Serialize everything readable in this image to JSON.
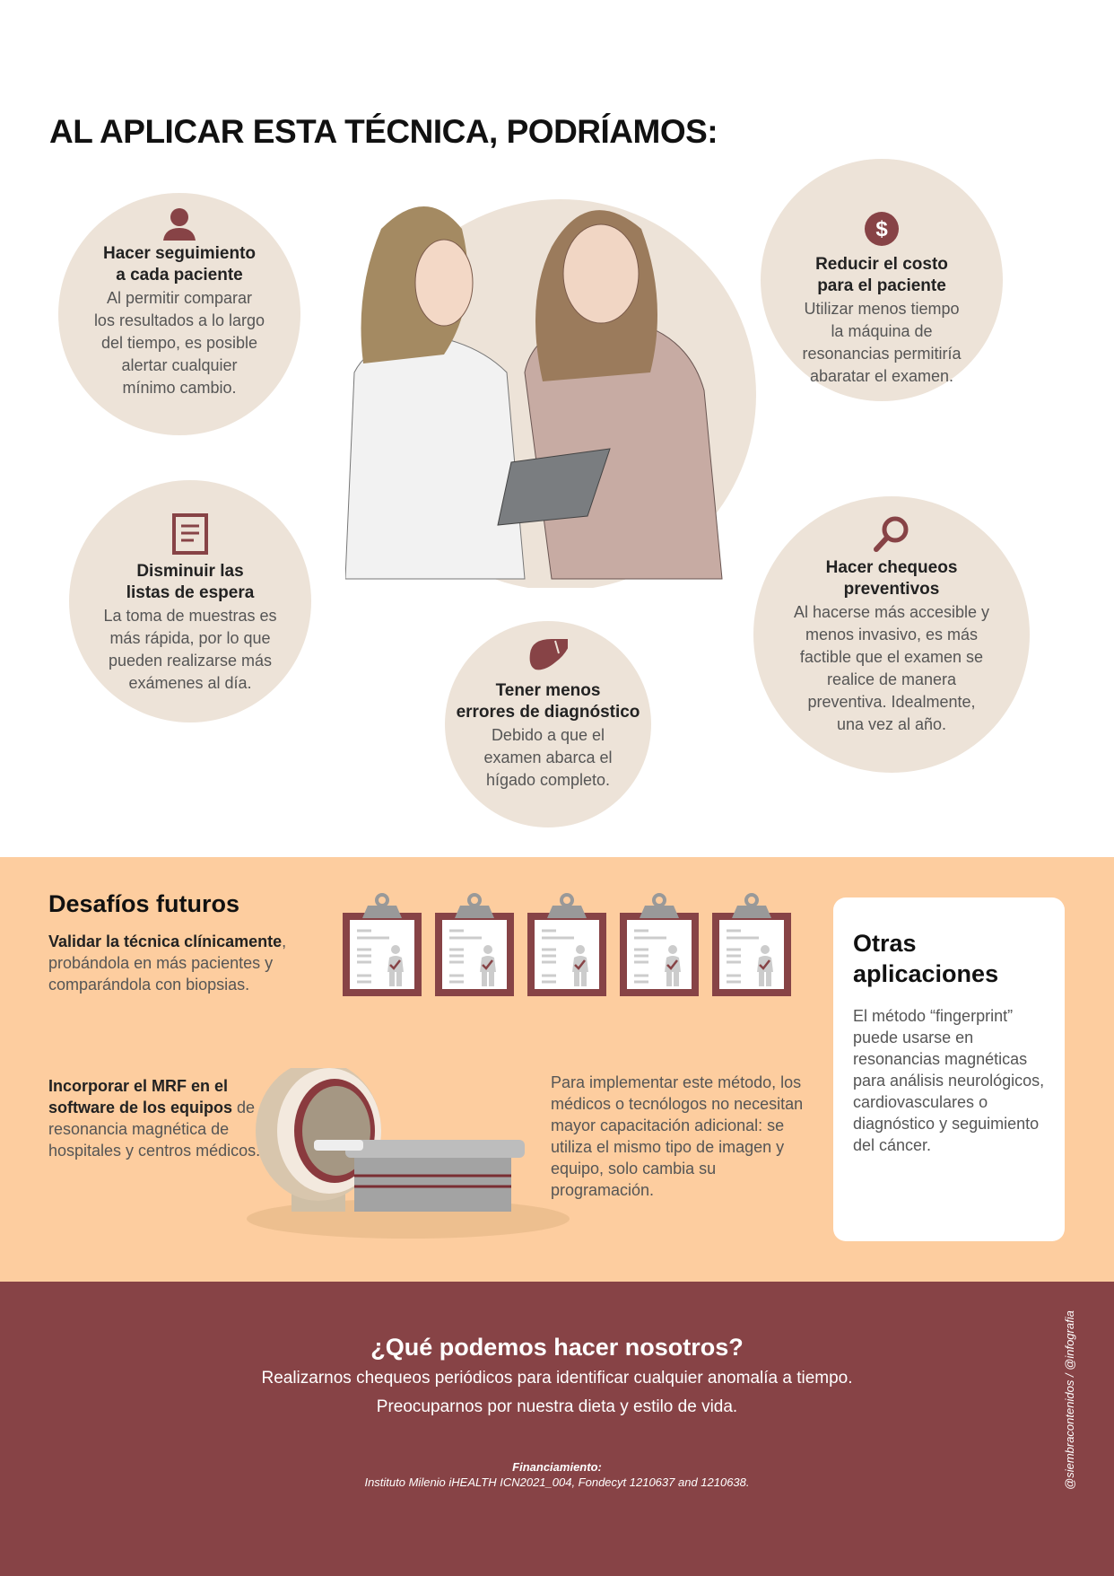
{
  "title": "AL APLICAR ESTA TÉCNICA, PODRÍAMOS:",
  "benefits": [
    {
      "icon": "person-icon",
      "title_1": "Hacer seguimiento",
      "title_2": "a cada paciente",
      "body": [
        "Al permitir comparar",
        "los resultados a lo largo",
        "del tiempo, es posible",
        "alertar cualquier",
        "mínimo cambio."
      ]
    },
    {
      "icon": "dollar-icon",
      "title_1": "Reducir el costo",
      "title_2": "para el paciente",
      "body": [
        "Utilizar menos tiempo",
        "la máquina de",
        "resonancias permitiría",
        "abaratar el examen."
      ]
    },
    {
      "icon": "document-icon",
      "title_1": "Disminuir las",
      "title_2": "listas de espera",
      "body": [
        "La toma de muestras es",
        "más rápida, por lo que",
        "pueden realizarse más",
        "exámenes al día."
      ]
    },
    {
      "icon": "liver-icon",
      "title_1": "Tener menos",
      "title_2": "errores de diagnóstico",
      "body": [
        "Debido a que el",
        "examen abarca el",
        "hígado completo."
      ]
    },
    {
      "icon": "magnifier-icon",
      "title_1": "Hacer chequeos",
      "title_2": "preventivos",
      "body": [
        "Al hacerse más accesible y",
        "menos invasivo, es más",
        "factible que el examen se",
        "realice de manera",
        "preventiva. Idealmente,",
        "una vez al año."
      ]
    }
  ],
  "challenges": {
    "heading": "Desafíos futuros",
    "item1_bold": "Validar la técnica clínicamente",
    "item1_rest": ", probándola en más pacientes y comparándola con biopsias.",
    "item2_bold": "Incorporar el MRF en el software de los equipos",
    "item2_rest": " de resonancia magnética de hospitales y centros médicos.",
    "implement": "Para implementar este método, los médicos o tecnólogos no necesitan mayor capacitación adicional: se utiliza el mismo tipo de imagen y equipo, solo cambia su programación."
  },
  "other": {
    "heading_1": "Otras",
    "heading_2": "aplicaciones",
    "body": "El método “fingerprint” puede usarse en resonancias magnéticas para análisis neurológicos, cardiovasculares o diagnóstico y seguimiento del cáncer."
  },
  "footer": {
    "heading": "¿Qué podemos hacer nosotros?",
    "line1": "Realizarnos chequeos periódicos para identificar cualquier anomalía a tiempo.",
    "line2": "Preocuparnos por nuestra dieta y estilo de vida.",
    "funding_label": "Financiamiento:",
    "funding": "Instituto Milenio iHEALTH ICN2021_004, Fondecyt 1210637 and 1210638.",
    "credit": "@siembracontenidos / @infografia"
  },
  "colors": {
    "maroon": "#874346",
    "peach": "#fdcd9f",
    "beige": "#ede3d8"
  }
}
